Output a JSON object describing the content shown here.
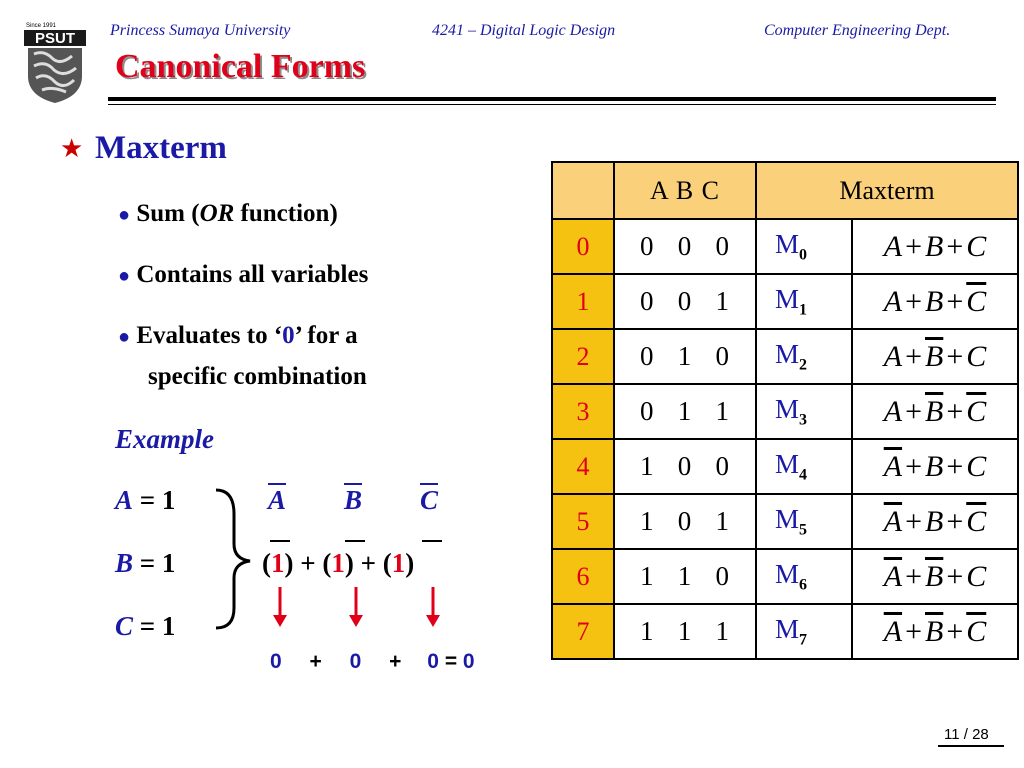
{
  "header": {
    "university": "Princess Sumaya University",
    "course": "4241 – Digital Logic Design",
    "department": "Computer Engineering Dept.",
    "logo_text": "PSUT",
    "logo_since": "Since 1991"
  },
  "slide": {
    "title": "Canonical Forms",
    "section": "Maxterm",
    "bullets": {
      "b1_pre": "Sum (",
      "b1_em": "OR",
      "b1_post": " function)",
      "b2": "Contains all variables",
      "b3_pre": "Evaluates to ‘",
      "b3_val": "0",
      "b3_post": "’ for a",
      "b3_line2": "specific combination"
    },
    "example": {
      "label": "Example",
      "assign": [
        {
          "var": "A",
          "eq": " = 1"
        },
        {
          "var": "B",
          "eq": " = 1"
        },
        {
          "var": "C",
          "eq": " = 1"
        }
      ],
      "complements": [
        "A",
        "B",
        "C"
      ],
      "terms": [
        "1",
        "1",
        "1"
      ],
      "open": "(",
      "close": ")",
      "plus": "+",
      "sum": [
        "0",
        "+",
        "0",
        "+",
        "0",
        "=",
        "0"
      ]
    },
    "page": "11 / 28"
  },
  "table": {
    "headers": [
      "A  B  C",
      "Maxterm"
    ],
    "rows": [
      {
        "idx": "0",
        "abc": "0   0   0",
        "m": "M",
        "sub": "0",
        "bars": [
          false,
          false,
          false
        ]
      },
      {
        "idx": "1",
        "abc": "0   0   1",
        "m": "M",
        "sub": "1",
        "bars": [
          false,
          false,
          true
        ]
      },
      {
        "idx": "2",
        "abc": "0   1   0",
        "m": "M",
        "sub": "2",
        "bars": [
          false,
          true,
          false
        ]
      },
      {
        "idx": "3",
        "abc": "0   1   1",
        "m": "M",
        "sub": "3",
        "bars": [
          false,
          true,
          true
        ]
      },
      {
        "idx": "4",
        "abc": "1   0   0",
        "m": "M",
        "sub": "4",
        "bars": [
          true,
          false,
          false
        ]
      },
      {
        "idx": "5",
        "abc": "1   0   1",
        "m": "M",
        "sub": "5",
        "bars": [
          true,
          false,
          true
        ]
      },
      {
        "idx": "6",
        "abc": "1   1   0",
        "m": "M",
        "sub": "6",
        "bars": [
          true,
          true,
          false
        ]
      },
      {
        "idx": "7",
        "abc": "1   1   1",
        "m": "M",
        "sub": "7",
        "bars": [
          true,
          true,
          true
        ]
      }
    ],
    "vars": [
      "A",
      "B",
      "C"
    ],
    "op": "+"
  },
  "colors": {
    "title": "#e0001a",
    "header_text": "#1a1aa6",
    "table_header_bg": "#fbd07a",
    "index_bg": "#f5c211",
    "arrow": "#e0001a"
  }
}
